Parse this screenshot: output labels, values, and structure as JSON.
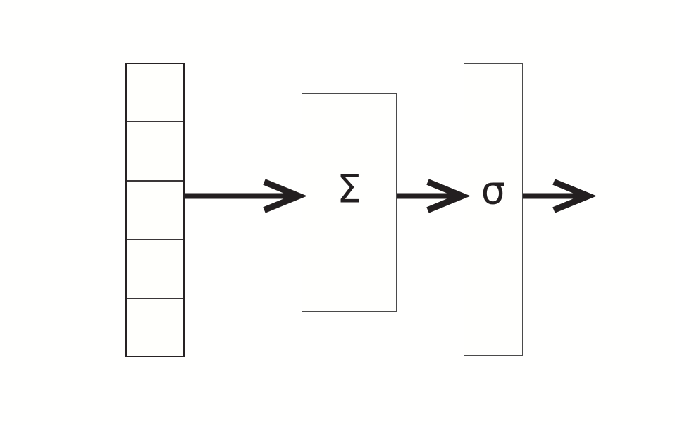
{
  "diagram": {
    "input_vector": {
      "cells": 5
    },
    "sum_unit": {
      "label": "Σ"
    },
    "activation_unit": {
      "label": "σ"
    },
    "arrows": [
      {
        "name": "input-to-sum"
      },
      {
        "name": "sum-to-activation"
      },
      {
        "name": "activation-output"
      }
    ],
    "colors": {
      "ink": "#231f20",
      "box_border": "#4a4a4a",
      "stack_border": "#262223",
      "box_fill": "#fffffc",
      "background": "#fffffe"
    }
  }
}
